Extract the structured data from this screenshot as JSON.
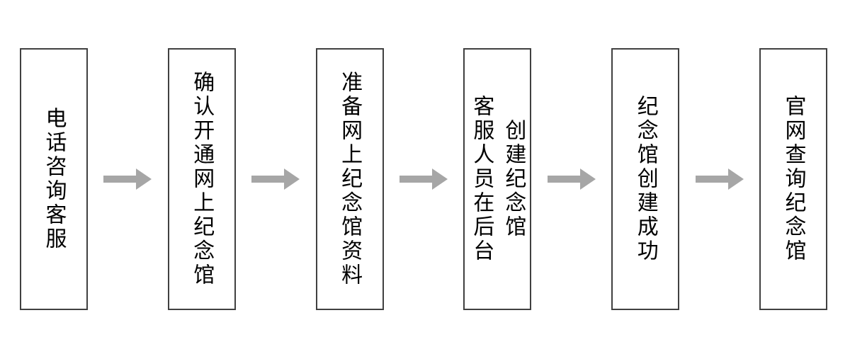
{
  "diagram": {
    "type": "flowchart",
    "orientation": "left-to-right",
    "text_direction": "vertical",
    "steps": [
      {
        "label": "电话咨询客服"
      },
      {
        "label": "确认开通网上纪念馆"
      },
      {
        "label": "准备网上纪念馆资料"
      },
      {
        "label": "客服人员在后台\n创建纪念馆"
      },
      {
        "label": "纪念馆创建成功"
      },
      {
        "label": "官网查询纪念馆"
      }
    ],
    "connector": "right-block-arrow",
    "connector_count": 5
  },
  "colors": {
    "background": "#FFFFFF",
    "box_border": "#404040",
    "text": "#000000",
    "arrow": "#A6A6A6"
  }
}
